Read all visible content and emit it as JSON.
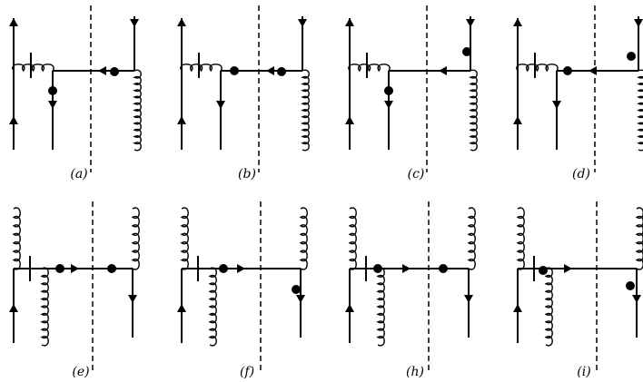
{
  "figure": {
    "panels": [
      {
        "id": "a",
        "label": "(a)"
      },
      {
        "id": "b",
        "label": "(b)"
      },
      {
        "id": "c",
        "label": "(c)"
      },
      {
        "id": "d",
        "label": "(d)"
      },
      {
        "id": "e",
        "label": "(e)"
      },
      {
        "id": "f",
        "label": "(f)"
      },
      {
        "id": "h",
        "label": "(h)"
      },
      {
        "id": "i",
        "label": "(i)"
      }
    ]
  }
}
